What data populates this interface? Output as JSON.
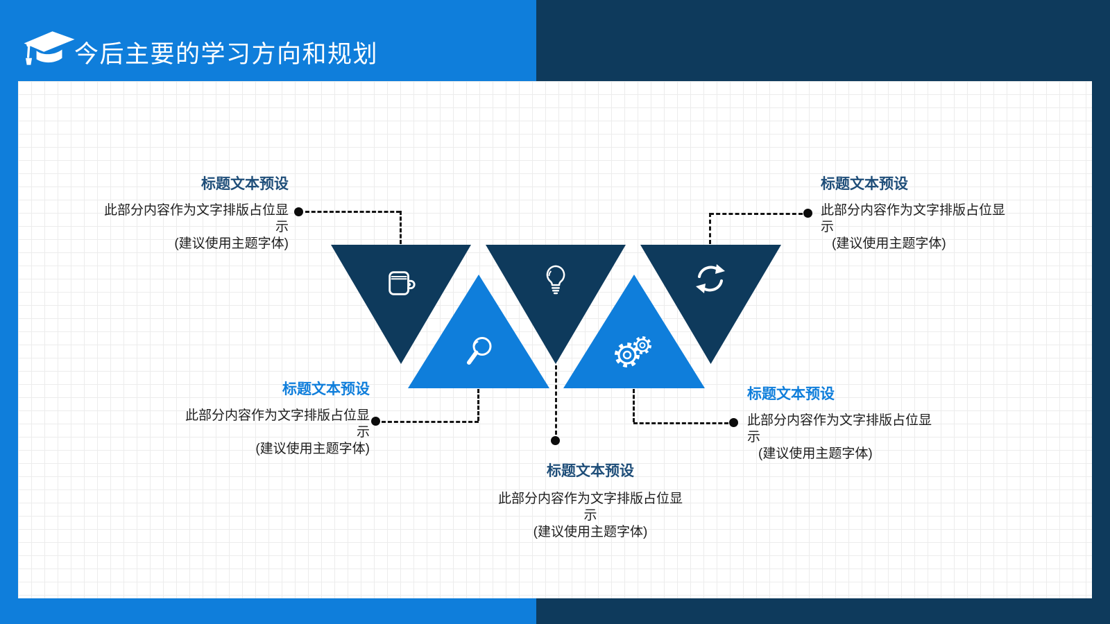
{
  "header": {
    "title": "今后主要的学习方向和规划"
  },
  "colors": {
    "accent_blue": "#0f7edb",
    "accent_navy": "#0e3a5c",
    "title_navy": "#1f4e79",
    "body_text": "#1e1e1e",
    "connector": "#141414",
    "grid_line": "#ececec"
  },
  "icons": [
    "graduation-cap-icon",
    "wallet-icon",
    "magnifier-icon",
    "lightbulb-icon",
    "gears-icon",
    "sync-arrows-icon"
  ],
  "blocks": {
    "top_left": {
      "title": "标题文本预设",
      "line1": "此部分内容作为文字排版占位显",
      "line2": "示",
      "line3": "(建议使用主题字体)"
    },
    "top_right": {
      "title": "标题文本预设",
      "line1": "此部分内容作为文字排版占位显",
      "line2": "示",
      "line3": "(建议使用主题字体)"
    },
    "mid_left": {
      "title": "标题文本预设",
      "line1": "此部分内容作为文字排版占位显",
      "line2": "示",
      "line3": "(建议使用主题字体)"
    },
    "mid_right": {
      "title": "标题文本预设",
      "line1": "此部分内容作为文字排版占位显",
      "line2": "示",
      "line3": "(建议使用主题字体)"
    },
    "bottom_center": {
      "title": "标题文本预设",
      "line1": "此部分内容作为文字排版占位显",
      "line2": "示",
      "line3": "(建议使用主题字体)"
    }
  }
}
